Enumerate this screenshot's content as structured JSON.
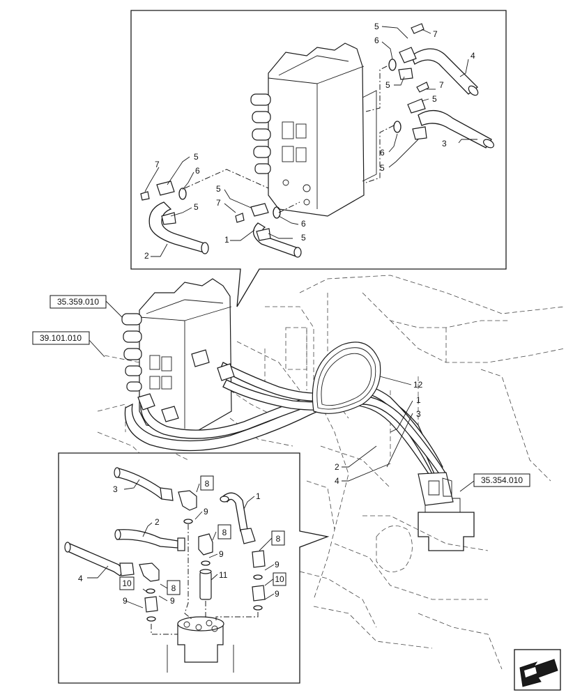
{
  "references": {
    "ref_1": "35.359.010",
    "ref_2": "39.101.010",
    "ref_3": "35.354.010"
  },
  "callouts": {
    "top": {
      "a": "5",
      "b": "7",
      "c": "6",
      "d": "4",
      "e": "5",
      "f": "7",
      "g": "5",
      "h": "6",
      "i": "3",
      "j": "5",
      "k": "7",
      "l": "5",
      "m": "6",
      "n": "5",
      "o": "5",
      "p": "7",
      "q": "6",
      "r": "1",
      "s": "5",
      "t": "2"
    },
    "main": {
      "a": "12",
      "b": "1",
      "c": "3",
      "d": "2",
      "e": "4"
    },
    "bottom": {
      "a": "3",
      "b": "8",
      "c": "9",
      "d": "1",
      "e": "2",
      "f": "8",
      "g": "8",
      "h": "9",
      "i": "4",
      "j": "8",
      "k": "11",
      "l": "9",
      "m": "10",
      "n": "10",
      "o": "9",
      "p": "9",
      "q": "9"
    }
  }
}
